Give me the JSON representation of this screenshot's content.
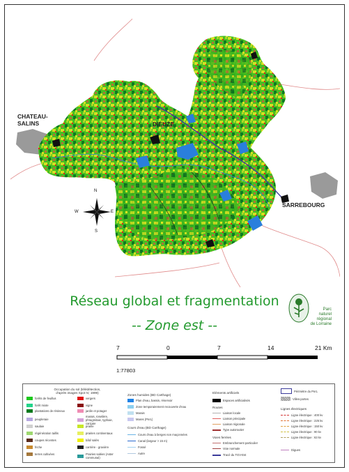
{
  "towns": {
    "chateau_salins": "CHATEAU-\nSALINS",
    "dieuze": "DIEUZE",
    "sarrebourg": "SARREBOURG"
  },
  "compass": {
    "n": "N",
    "s": "S",
    "e": "E",
    "w": "W"
  },
  "title": {
    "line1": "Réseau global et fragmentation",
    "line2": "-- Zone est --"
  },
  "scale": {
    "ticks": [
      "7",
      "0",
      "7",
      "14",
      "21 Km"
    ],
    "ratio": "1:77803"
  },
  "logo": {
    "line1": "Parc",
    "line2": "naturel",
    "line3": "régional",
    "line4": "de Lorraine"
  },
  "legend": {
    "occupation": {
      "heading": "Occupation du sol (télédétection,\nd'après images Spot IV, 1999)",
      "left": [
        {
          "label": "forêts de feuillus",
          "color": "#1ec81e"
        },
        {
          "label": "forêt mixte",
          "color": "#22d48a"
        },
        {
          "label": "plantations de résineux",
          "color": "#0b7a1e"
        },
        {
          "label": "peupleraie",
          "color": "#b6a8e0"
        },
        {
          "label": "saulaie",
          "color": "#cfcfcf"
        },
        {
          "label": "régénération taillis",
          "color": "#9ed870"
        },
        {
          "label": "coupes récentes",
          "color": "#5a2a1a"
        },
        {
          "label": "friche",
          "color": "#c88a30"
        },
        {
          "label": "terres cultivées",
          "color": "#a5783c"
        }
      ],
      "right": [
        {
          "label": "vergers",
          "color": "#e21414"
        },
        {
          "label": "vigne",
          "color": "#8a1010"
        },
        {
          "label": "jardin et potager",
          "color": "#f08cb4"
        },
        {
          "label": "marais, roselière, phragmitaie, typhaie, cariçaie",
          "color": "#d4a0d8"
        },
        {
          "label": "prairie",
          "color": "#c8e628"
        },
        {
          "label": "prairies continentaux",
          "color": "#e8f060"
        },
        {
          "label": "bâti/ salés",
          "color": "#f0f000"
        },
        {
          "label": "carrière - gravière",
          "color": "#1e1e1e"
        },
        {
          "label": "Prairies salées (Aster communal)",
          "color": "#2a9a9a"
        }
      ]
    },
    "humides": {
      "heading": "Zones humides (BD Carthage)",
      "items": [
        {
          "label": "Plan d'eau, bassin, réservoir",
          "color": "#1e82e6"
        },
        {
          "label": "Zone temporairement recouverte d'eau",
          "color": "#8ccff0"
        },
        {
          "label": "Marais",
          "color": "#c0e0f0"
        },
        {
          "label": "Mares (PnrL)",
          "color": "#c8c8f0"
        }
      ]
    },
    "cours": {
      "heading": "Cours d'eau (BD Carthage)",
      "items": [
        {
          "label": "Cours d'eau à berges non maçonnées",
          "color": "#6ab4e6"
        },
        {
          "label": "Canal (largeur > 15 m)",
          "color": "#2a6ad0"
        },
        {
          "label": "Fossé",
          "color": "#a0d0f0"
        },
        {
          "label": "Autre",
          "color": "#b0c8e0"
        }
      ]
    },
    "artificiels": {
      "heading": "Eléments artificiels",
      "espaces": "Espaces artificialisés",
      "routes_heading": "Routes",
      "routes": [
        {
          "label": "Liaison locale",
          "color": "#b0b0b0"
        },
        {
          "label": "Liaison principale",
          "color": "#e06060"
        },
        {
          "label": "Liaison régionale",
          "color": "#e0a060"
        },
        {
          "label": "Type autoroutier",
          "color": "#a03030"
        }
      ],
      "ferrees_heading": "Voies ferrées",
      "ferrees": [
        {
          "label": "Embranchement particulier",
          "color": "#c07070"
        },
        {
          "label": "Voie normale",
          "color": "#a04040"
        },
        {
          "label": "Tracé du TGV-Est",
          "color": "#3a3a9a"
        }
      ]
    },
    "perimetre": {
      "label": "Périmètre du PnrL",
      "portes": "Villes-portes"
    },
    "electriques": {
      "heading": "Lignes électriques",
      "items": [
        {
          "label": "Ligne électrique : 400 kv",
          "color": "#d23232"
        },
        {
          "label": "Ligne électrique : 225 kv",
          "color": "#e07030"
        },
        {
          "label": "Ligne électrique : 150 kv",
          "color": "#e0a040"
        },
        {
          "label": "Ligne électrique : 90 kv",
          "color": "#d0c040"
        },
        {
          "label": "Ligne électrique : 63 kv",
          "color": "#b0a060"
        }
      ],
      "digues": "Digues"
    }
  },
  "colors": {
    "green": "#3fbf1f",
    "dark_green": "#0d6e1e",
    "yellow": "#d8e020",
    "brown": "#b0703a",
    "water": "#2a7fdc",
    "title_green": "#239a2e",
    "grey_town": "#9a9a9a"
  }
}
